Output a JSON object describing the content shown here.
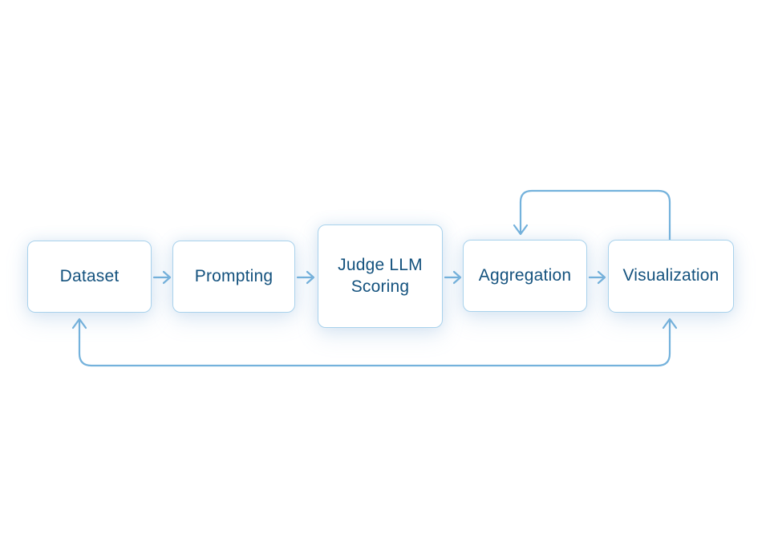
{
  "diagram": {
    "type": "flowchart",
    "nodes": [
      {
        "id": "dataset",
        "label": "Dataset"
      },
      {
        "id": "prompting",
        "label": "Prompting"
      },
      {
        "id": "judge",
        "label": "Judge LLM Scoring"
      },
      {
        "id": "aggregation",
        "label": "Aggregation"
      },
      {
        "id": "visualization",
        "label": "Visualization"
      }
    ],
    "edges": [
      {
        "from": "dataset",
        "to": "prompting",
        "style": "straight-right"
      },
      {
        "from": "prompting",
        "to": "judge",
        "style": "straight-right"
      },
      {
        "from": "judge",
        "to": "aggregation",
        "style": "straight-right"
      },
      {
        "from": "aggregation",
        "to": "visualization",
        "style": "straight-right"
      },
      {
        "from": "visualization",
        "to": "aggregation",
        "style": "loop-over-top"
      },
      {
        "from": "visualization",
        "to": "dataset",
        "style": "loop-under-bottom",
        "bidirectional": true
      }
    ],
    "colors": {
      "background": "#ffffff",
      "node_fill": "#ffffff",
      "node_border": "#a9d2ec",
      "node_text": "#14527e",
      "connector_stroke": "#74b2dc",
      "node_glow": "rgba(126,172,216,0.22)"
    }
  }
}
